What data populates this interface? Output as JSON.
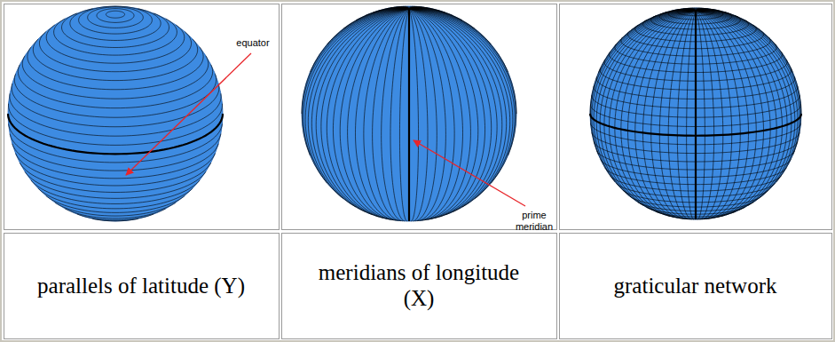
{
  "diagram": {
    "labels": [
      "equator",
      "prime meridian",
      "parallels of latitude (Y)",
      "meridians of longitude (X)",
      "graticular network"
    ]
  }
}
